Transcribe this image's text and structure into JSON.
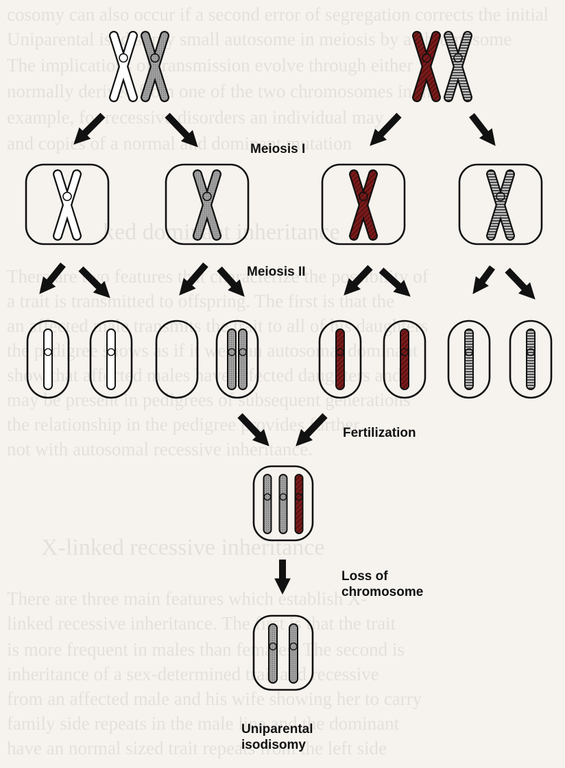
{
  "labels": {
    "meiosis_1": "Meiosis I",
    "meiosis_2": "Meiosis II",
    "fertilization": "Fertilization",
    "loss_line1": "Loss of",
    "loss_line2": "chromosome",
    "result_line1": "Uniparental",
    "result_line2": "isodisomy"
  },
  "colors": {
    "maternal_white": "#ffffff",
    "gray_homolog": "#a7a7a7",
    "red_homolog": "#7a1a1a",
    "striped_homolog": "#9c9c9c",
    "outline": "#111111",
    "background": "#f6f3ee"
  }
}
